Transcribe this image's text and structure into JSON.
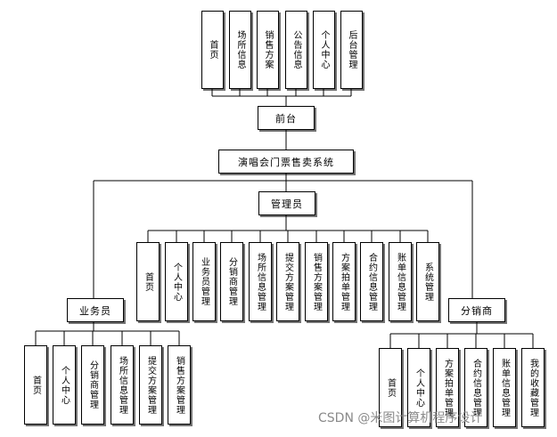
{
  "diagram": {
    "system": "演唱会门票售卖系统",
    "frontend": {
      "label": "前台",
      "modules": [
        "首页",
        "场所信息",
        "销售方案",
        "公告信息",
        "个人中心",
        "后台管理"
      ]
    },
    "admin": {
      "label": "管理员",
      "modules": [
        "首页",
        "个人中心",
        "业务员管理",
        "分销商管理",
        "场所信息管理",
        "提交方案管理",
        "销售方案管理",
        "方案拍单管理",
        "合约信息管理",
        "账单信息管理",
        "系统管理"
      ]
    },
    "salesperson": {
      "label": "业务员",
      "modules": [
        "首页",
        "个人中心",
        "分销商管理",
        "场所信息管理",
        "提交方案管理",
        "销售方案管理"
      ]
    },
    "distributor": {
      "label": "分销商",
      "modules": [
        "首页",
        "个人中心",
        "方案拍单管理",
        "合约信息管理",
        "账单信息管理",
        "我的收藏管理"
      ]
    }
  },
  "watermark": "CSDN @米图计算机程序设计"
}
